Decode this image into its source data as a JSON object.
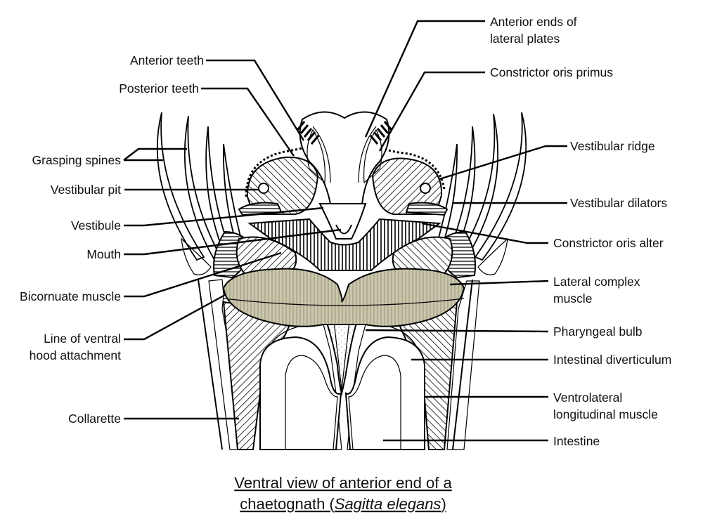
{
  "diagram": {
    "title_line1": "Ventral view of anterior end of a",
    "title_line2_prefix": "chaetognath (",
    "title_line2_species": "Sagitta elegans",
    "title_line2_suffix": ")",
    "labels": {
      "anterior_ends_line1": "Anterior ends of",
      "anterior_ends_line2": "lateral plates",
      "constrictor_oris_primus": "Constrictor oris primus",
      "vestibular_ridge": "Vestibular ridge",
      "vestibular_dilators": "Vestibular dilators",
      "constrictor_oris_alter": "Constrictor oris alter",
      "lateral_complex_line1": "Lateral complex",
      "lateral_complex_line2": "muscle",
      "pharyngeal_bulb": "Pharyngeal bulb",
      "intestinal_diverticulum": "Intestinal diverticulum",
      "ventrolateral_line1": "Ventrolateral",
      "ventrolateral_line2": "longitudinal muscle",
      "intestine": "Intestine",
      "anterior_teeth": "Anterior teeth",
      "posterior_teeth": "Posterior teeth",
      "grasping_spines": "Grasping spines",
      "vestibular_pit": "Vestibular pit",
      "vestibule": "Vestibule",
      "mouth": "Mouth",
      "bicornuate_muscle": "Bicornuate muscle",
      "ventral_hood_line1": "Line of ventral",
      "ventral_hood_line2": "hood attachment",
      "collarette": "Collarette"
    },
    "colors": {
      "bicornuate_fill": "#c9c6ac",
      "ink": "#000000",
      "stipple": "#555555",
      "intestine_stripe": "#9a9a9a"
    }
  }
}
